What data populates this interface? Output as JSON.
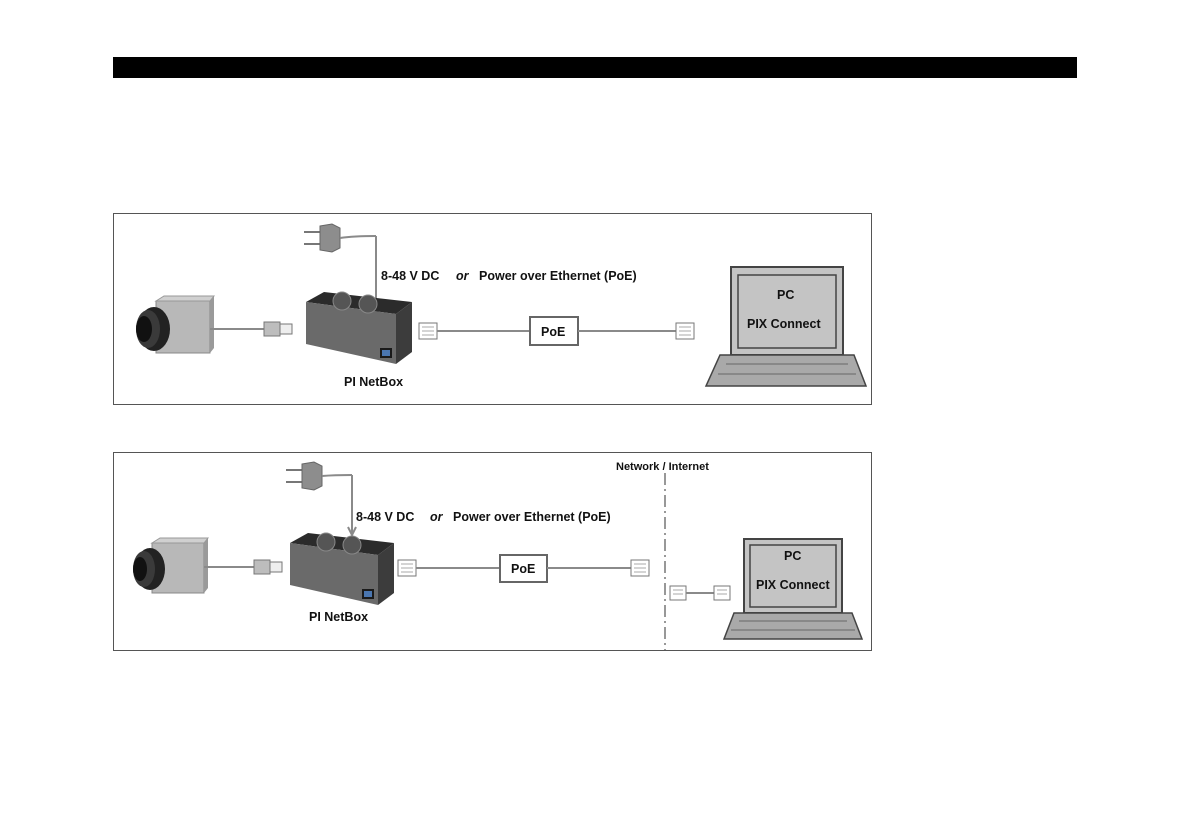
{
  "diagrams": [
    {
      "power_label": "8-48 V DC",
      "or_label": "or",
      "poe_power_label": "Power over Ethernet (PoE)",
      "poe_box": "PoE",
      "device_label": "PI NetBox",
      "pc_title": "PC",
      "pc_software": "PIX Connect"
    },
    {
      "power_label": "8-48 V DC",
      "or_label": "or",
      "poe_power_label": "Power over Ethernet (PoE)",
      "poe_box": "PoE",
      "device_label": "PI NetBox",
      "pc_title": "PC",
      "pc_software": "PIX Connect",
      "network_label": "Network / Internet"
    }
  ],
  "colors": {
    "cable": "#8a8a8a",
    "frame": "#555555",
    "header_bar": "#000000"
  }
}
